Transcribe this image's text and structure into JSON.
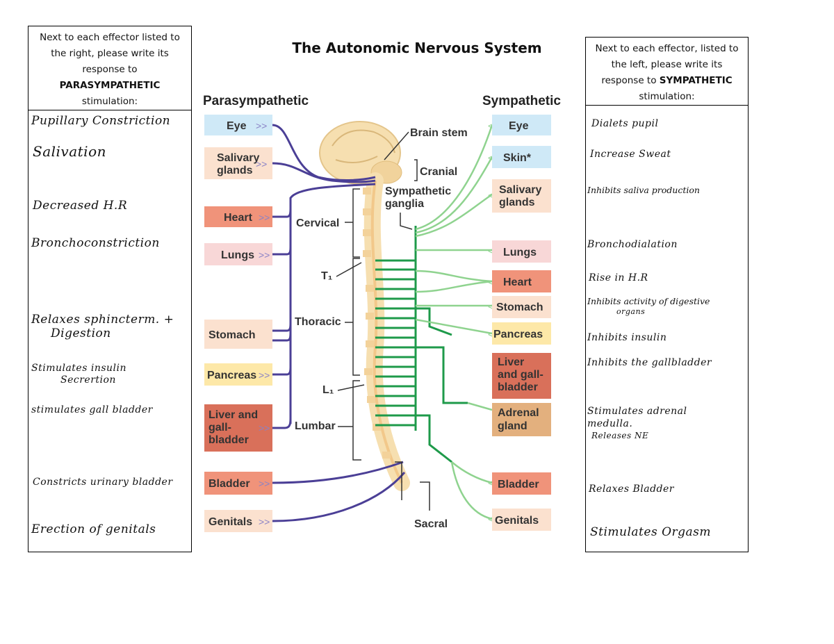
{
  "title": "The Autonomic Nervous System",
  "left_panel": {
    "instruction_line1": "Next to each effector listed to",
    "instruction_line2": "the right, please write its",
    "instruction_line3": "response to",
    "instruction_bold": "PARASYMPATHETIC",
    "instruction_line5": "stimulation:",
    "answers": [
      "Pupillary Constriction",
      "Salivation",
      "Decreased H.R",
      "Bronchoconstriction",
      "Relaxes sphincterm. +",
      "Digestion",
      "Stimulates insulin",
      "Secrertion",
      "stimulates gall bladder",
      "Constricts urinary bladder",
      "Erection of genitals"
    ]
  },
  "right_panel": {
    "instruction_line1": "Next to each effector, listed to",
    "instruction_line2": "the left, please write its",
    "instruction_line3": "response to",
    "instruction_bold": "SYMPATHETIC",
    "instruction_line5": "stimulation:",
    "answers": [
      "Dialets pupil",
      "Increase Sweat",
      "Inhibits saliva production",
      "Bronchodialation",
      "Rise in H.R",
      "Inhibits activity of digestive",
      "organs",
      "Inhibits insulin",
      "Inhibits the gallbladder",
      "Stimulates adrenal",
      "medulla.",
      "Releases NE",
      "Relaxes Bladder",
      "Stimulates Orgasm"
    ]
  },
  "diagram": {
    "para_heading": "Parasympathetic",
    "symp_heading": "Sympathetic",
    "para_effectors": [
      "Eye",
      "Salivary",
      "glands",
      "Heart",
      "Lungs",
      "Stomach",
      "Pancreas",
      "Liver and",
      "gall-",
      "bladder",
      "Bladder",
      "Genitals"
    ],
    "symp_effectors": [
      "Eye",
      "Skin*",
      "Salivary",
      "glands",
      "Lungs",
      "Heart",
      "Stomach",
      "Pancreas",
      "Liver",
      "and gall-",
      "bladder",
      "Adrenal",
      "gland",
      "Bladder",
      "Genitals"
    ],
    "labels": {
      "brain_stem": "Brain stem",
      "cranial": "Cranial",
      "sympathetic_ganglia_1": "Sympathetic",
      "sympathetic_ganglia_2": "ganglia",
      "cervical": "Cervical",
      "t1": "T₁",
      "thoracic": "Thoracic",
      "l1": "L₁",
      "lumbar": "Lumbar",
      "sacral": "Sacral"
    },
    "colors": {
      "parasympathetic": "#4b3f96",
      "sympathetic_pre": "#1e9a4a",
      "sympathetic_post": "#8fd38f",
      "box_blue": "#cfe9f7",
      "box_peach": "#fbe1cf",
      "box_salmon": "#f0937a",
      "box_pink": "#f8d7d7",
      "box_yellow": "#fde8a8",
      "box_darkred": "#d9705a",
      "box_tan": "#e3b07e"
    }
  }
}
